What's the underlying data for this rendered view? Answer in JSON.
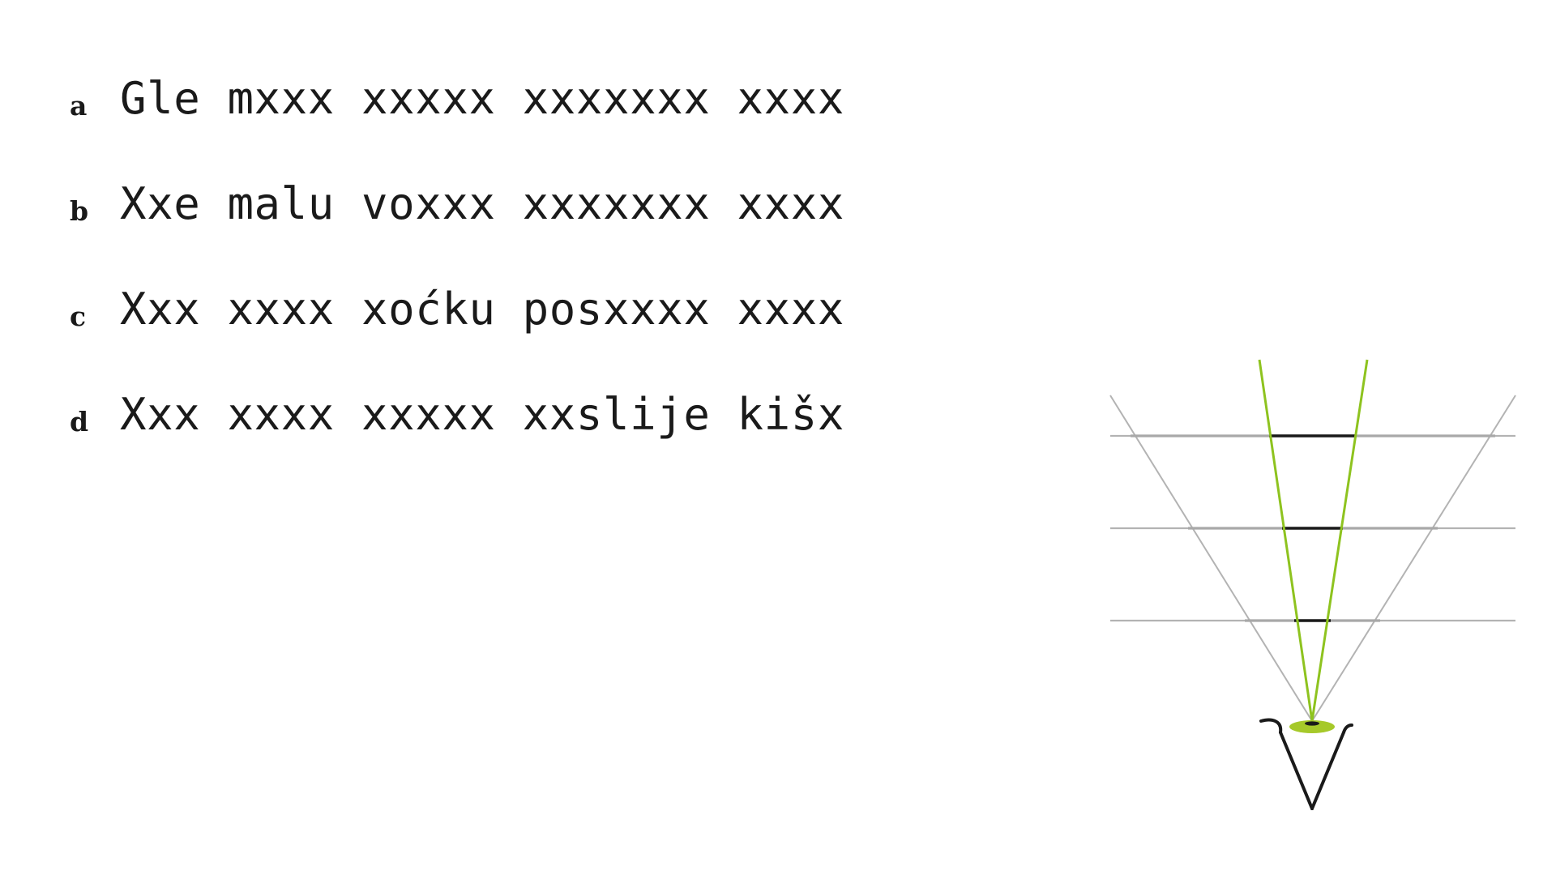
{
  "rows": [
    {
      "label": "a",
      "text": "Gle mxxx xxxxx xxxxxxx xxxx"
    },
    {
      "label": "b",
      "text": "Xxe malu voxxx xxxxxxx xxxx"
    },
    {
      "label": "c",
      "text": "Xxx xxxx xoćku posxxxx xxxx"
    },
    {
      "label": "d",
      "text": "Xxx xxxx xxxxx xxslije kišx"
    }
  ],
  "diagram": {
    "colors": {
      "focus_lines": "#8ec31f",
      "iris": "#a6c92a",
      "field_lines": "#b3b3b3",
      "span_lines": "#1a1a1a",
      "eye_outline": "#1a1a1a"
    },
    "icon": "eye-icon"
  }
}
